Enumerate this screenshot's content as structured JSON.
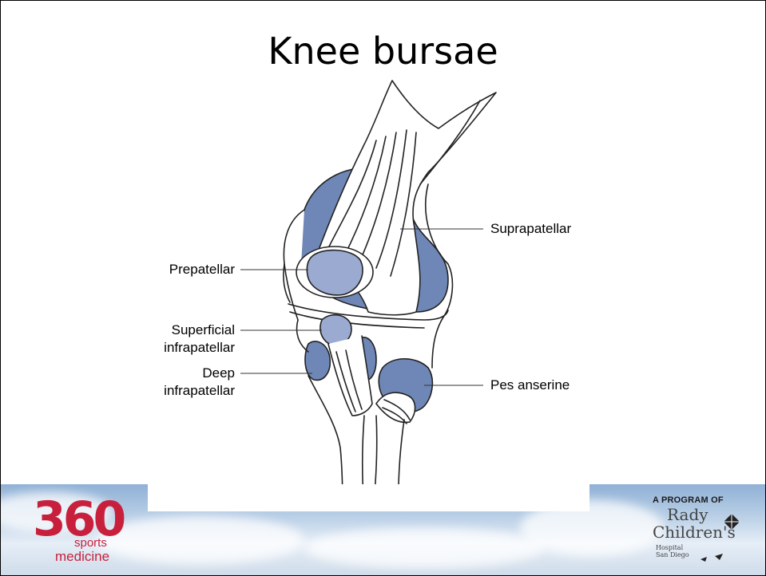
{
  "title": "Knee bursae",
  "labels": {
    "prepatellar": "Prepatellar",
    "superficial_line1": "Superficial",
    "superficial_line2": "infrapatellar",
    "deep_line1": "Deep",
    "deep_line2": "infrapatellar",
    "suprapatellar": "Suprapatellar",
    "pes_anserine": "Pes anserine"
  },
  "footer": {
    "logo_number": "360",
    "logo_sports": "sports",
    "logo_medicine": "medicine",
    "program_text": "A PROGRAM OF",
    "rady_line1": "Rady",
    "rady_line2": "Children's",
    "hospital_line1": "Hospital",
    "hospital_line2": "San Diego"
  },
  "colors": {
    "bursa_dark": "#6f87b6",
    "bursa_light": "#9aaad0",
    "logo_red": "#c8203c"
  }
}
